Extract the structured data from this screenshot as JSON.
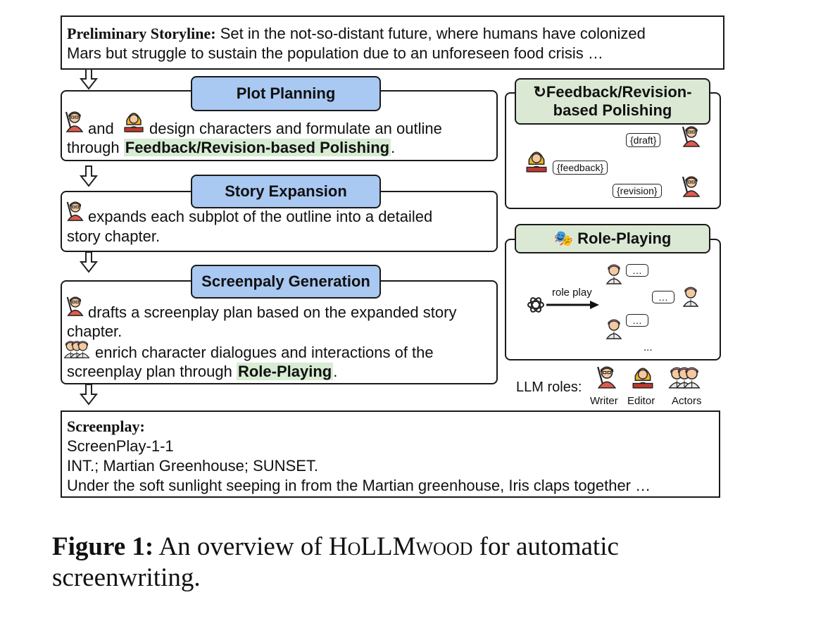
{
  "storyline": {
    "label": "Preliminary Storyline",
    "colon": ":",
    "line1": "Set in the not-so-distant future, where humans have colonized",
    "line2": "Mars but struggle to sustain the population due to an unforeseen food crisis …"
  },
  "plot_planning": {
    "header": "Plot Planning",
    "line1_and": "and",
    "line1_rest": "design characters and formulate an outline",
    "line2_pre": "through",
    "line2_hl": "Feedback/Revision-based Polishing",
    "line2_post": "."
  },
  "story_expansion": {
    "header": "Story Expansion",
    "line1": "expands each subplot of the outline into a detailed",
    "line2": "story chapter."
  },
  "screenplay_generation": {
    "header": "Screenpaly Generation",
    "line1": "drafts a screenplay plan based on the expanded story",
    "line2": "chapter.",
    "line3": "enrich character dialogues and interactions of the",
    "line4_pre": "screenplay plan through",
    "line4_hl": "Role-Playing",
    "line4_post": "."
  },
  "feedback_panel": {
    "header_line1": "Feedback/Revision-",
    "header_line2": "based Polishing",
    "draft": "{draft}",
    "feedback": "{feedback}",
    "revision": "{revision}"
  },
  "roleplay_panel": {
    "header": "Role-Playing",
    "arrow_label": "role play",
    "bubble": "…",
    "ellipsis": "..."
  },
  "legend": {
    "label": "LLM roles:",
    "writer": "Writer",
    "editor": "Editor",
    "actors": "Actors"
  },
  "screenplay": {
    "label": "Screenplay",
    "colon": ":",
    "line1": "ScreenPlay-1-1",
    "line2": "INT.; Martian Greenhouse; SUNSET.",
    "line3": "Under the soft sunlight seeping in from the Martian greenhouse, Iris claps together …"
  },
  "caption": {
    "label": "Figure 1:",
    "pre": "An overview of",
    "name": "HoLLMwood",
    "post": "for automatic screenwriting."
  },
  "colors": {
    "header_blue": "#a9c8f2",
    "header_green": "#dbe9d4",
    "highlight_green": "#d7ecd3",
    "writer_shirt": "#e05a4e",
    "editor_shirt": "#2f6fb5",
    "editor_hair": "#f0b429"
  },
  "icons": [
    "writer-icon",
    "editor-icon",
    "actors-icon",
    "refresh-icon",
    "theater-masks-icon",
    "openai-icon"
  ]
}
